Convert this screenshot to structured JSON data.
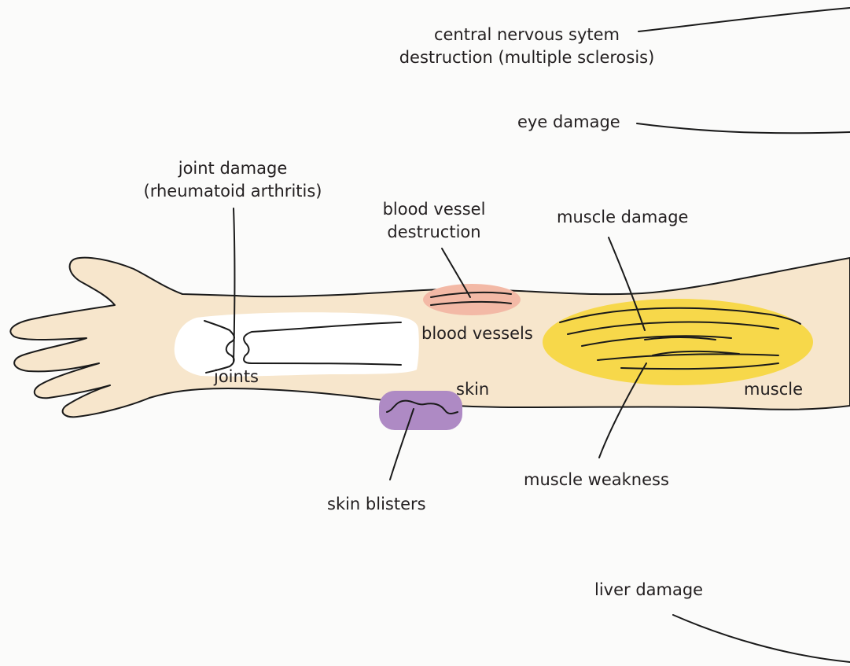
{
  "labels": {
    "cns": {
      "line1": "central nervous sytem",
      "line2": "destruction (multiple sclerosis)"
    },
    "eye": "eye damage",
    "joint_damage": {
      "line1": "joint damage",
      "line2": "(rheumatoid arthritis)"
    },
    "blood_vessel_destruction": {
      "line1": "blood vessel",
      "line2": "destruction"
    },
    "muscle_damage": "muscle damage",
    "joints": "joints",
    "blood_vessels": "blood vessels",
    "skin": "skin",
    "muscle": "muscle",
    "muscle_weakness": "muscle weakness",
    "skin_blisters": "skin blisters",
    "liver": "liver damage"
  },
  "colors": {
    "background": "#fbfbfa",
    "arm_fill": "#f7e6cc",
    "joint_fill": "#ffffff",
    "muscle_fill": "#f7d84a",
    "blood_vessel_fill": "#f3b9a6",
    "skin_fill": "#ae8ac4",
    "ink": "#1a1a1a"
  }
}
